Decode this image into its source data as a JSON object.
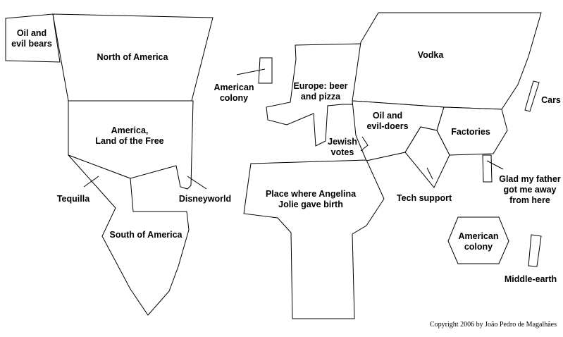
{
  "regions": {
    "alaska": "Oil and\nevil bears",
    "canada": "North of America",
    "usa": "America,\nLand of the Free",
    "mexico": "Tequilla",
    "florida": "Disneyworld",
    "south_america": "South of America",
    "greenland": "American\ncolony",
    "europe": "Europe: beer\nand pizza",
    "africa": "Place where Angelina\nJolie gave birth",
    "israel": "Jewish\nvotes",
    "middle_east": "Oil and\nevil-doers",
    "russia": "Vodka",
    "china": "Factories",
    "india": "Tech support",
    "japan": "Cars",
    "taiwan": "Glad my father\ngot me away\nfrom here",
    "australia": "American\ncolony",
    "new_zealand": "Middle-earth"
  },
  "copyright": "Copyright 2006 by João Pedro de Magalhães"
}
